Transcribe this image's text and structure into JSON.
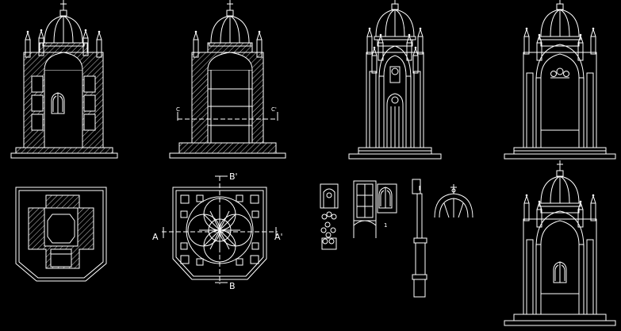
{
  "drawing": {
    "section_labels": {
      "a_left": "A",
      "a_right": "A'",
      "b_top": "B'",
      "b_bottom": "B",
      "c_left": "C",
      "c_right": "C'",
      "detail_mark": "1"
    }
  }
}
